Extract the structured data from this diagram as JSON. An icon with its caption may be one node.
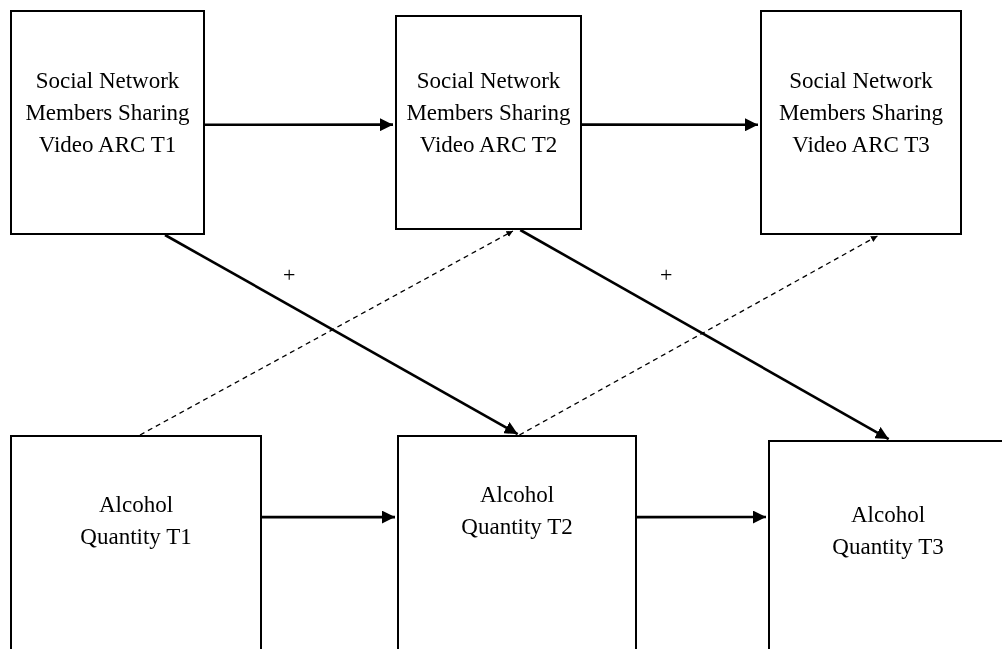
{
  "diagram": {
    "nodes": [
      {
        "text": [
          "Social Network Members Sharing Video ARC T1"
        ]
      },
      {
        "text": [
          "Social Network Members Sharing Video ARC T2"
        ]
      },
      {
        "text": [
          "Social Network Members Sharing Video ARC T3"
        ]
      },
      {
        "text": [
          "Alcohol Quantity T1"
        ]
      },
      {
        "text": [
          "Alcohol Quantity T2"
        ]
      },
      {
        "text": [
          "Alcohol Quantity T3"
        ]
      }
    ],
    "edges": [
      {
        "from": 0,
        "to": 1,
        "arrow": "to"
      },
      {
        "from": 1,
        "to": 2,
        "arrow": "to"
      },
      {
        "from": 3,
        "to": 4,
        "arrow": "to"
      },
      {
        "from": 4,
        "to": 5,
        "arrow": "to"
      },
      {
        "from": 0,
        "to": 4,
        "arrow": "to",
        "label": "+"
      },
      {
        "from": 1,
        "to": 5,
        "arrow": "to",
        "label": "+"
      },
      {
        "from": 3,
        "to": 1,
        "arrow": "to",
        "style": "dashed"
      },
      {
        "from": 4,
        "to": 2,
        "arrow": "to",
        "style": "dashed"
      }
    ]
  }
}
